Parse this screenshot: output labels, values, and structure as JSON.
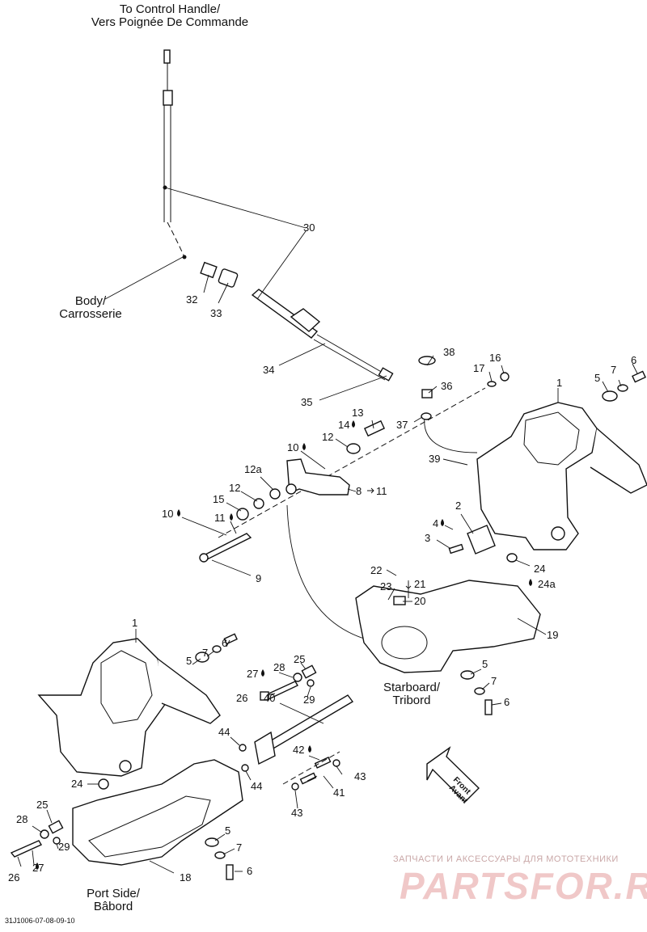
{
  "captions": {
    "control_handle_1": "To Control Handle/",
    "control_handle_2": "Vers Poignée De Commande",
    "body_1": "Body/",
    "body_2": "Carrosserie",
    "starboard_1": "Starboard/",
    "starboard_2": "Tribord",
    "port_1": "Port Side/",
    "port_2": "Bâbord",
    "front_1": "Front",
    "front_2": "Avant"
  },
  "callouts": {
    "n30": "30",
    "n32": "32",
    "n33": "33",
    "n34": "34",
    "n35": "35",
    "n38": "38",
    "n36": "36",
    "n37": "37",
    "n16": "16",
    "n17": "17",
    "n6a": "6",
    "n7a": "7",
    "n5a": "5",
    "n1a": "1",
    "n13": "13",
    "n14": "14",
    "n12": "12",
    "n10a": "10",
    "n12a": "12a",
    "n12b": "12",
    "n15": "15",
    "n10b": "10",
    "n11": "11",
    "n8": "8",
    "n11b": "11",
    "n9": "9",
    "n39": "39",
    "n2": "2",
    "n4": "4",
    "n3": "3",
    "n24a": "24",
    "n24b": "24a",
    "n22": "22",
    "n23": "23",
    "n21": "21",
    "n20": "20",
    "n19": "19",
    "n1b": "1",
    "n5b": "5",
    "n7b": "7",
    "n6b": "6",
    "n25a": "25",
    "n27a": "27",
    "n28a": "28",
    "n26a": "26",
    "n29a": "29",
    "n5c": "5",
    "n7c": "7",
    "n6c": "6",
    "n40": "40",
    "n44a": "44",
    "n44b": "44",
    "n42": "42",
    "n43a": "43",
    "n41": "41",
    "n43b": "43",
    "n24c": "24",
    "n28b": "28",
    "n25b": "25",
    "n29b": "29",
    "n26b": "26",
    "n27b": "27",
    "n18": "18",
    "n5d": "5",
    "n7d": "7",
    "n6d": "6"
  },
  "watermark": {
    "top": "ЗАПЧАСТИ И АКСЕССУАРЫ ДЛЯ МОТОТЕХНИКИ",
    "big": "PARTSFOR.RU"
  },
  "ref_code": "31J1006-07-08-09-10"
}
